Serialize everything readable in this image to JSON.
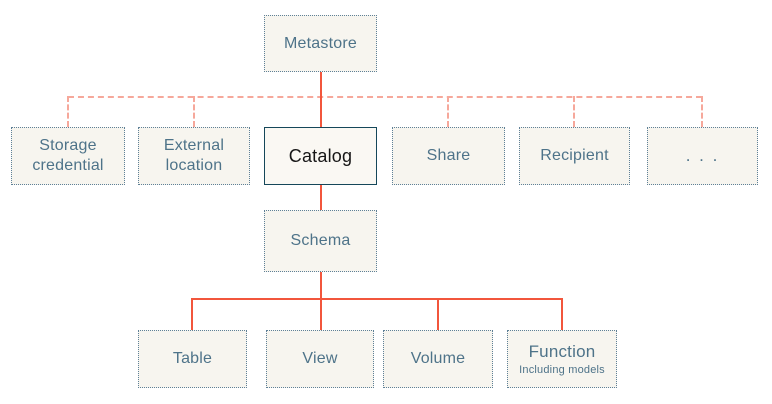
{
  "diagram": {
    "type": "hierarchy",
    "nodes": {
      "metastore": {
        "label": "Metastore"
      },
      "storage_credential": {
        "label": "Storage credential"
      },
      "external_location": {
        "label": "External location"
      },
      "catalog": {
        "label": "Catalog"
      },
      "share": {
        "label": "Share"
      },
      "recipient": {
        "label": "Recipient"
      },
      "more": {
        "label": ". . ."
      },
      "schema": {
        "label": "Schema"
      },
      "table": {
        "label": "Table"
      },
      "view": {
        "label": "View"
      },
      "volume": {
        "label": "Volume"
      },
      "function": {
        "label": "Function",
        "sublabel": "Including models"
      }
    },
    "edges": [
      {
        "from": "metastore",
        "to": "catalog",
        "style": "solid"
      },
      {
        "from": "metastore",
        "to": "storage_credential",
        "style": "dashed"
      },
      {
        "from": "metastore",
        "to": "external_location",
        "style": "dashed"
      },
      {
        "from": "metastore",
        "to": "share",
        "style": "dashed"
      },
      {
        "from": "metastore",
        "to": "recipient",
        "style": "dashed"
      },
      {
        "from": "metastore",
        "to": "more",
        "style": "dashed"
      },
      {
        "from": "catalog",
        "to": "schema",
        "style": "solid"
      },
      {
        "from": "schema",
        "to": "table",
        "style": "solid"
      },
      {
        "from": "schema",
        "to": "view",
        "style": "solid"
      },
      {
        "from": "schema",
        "to": "volume",
        "style": "solid"
      },
      {
        "from": "schema",
        "to": "function",
        "style": "solid"
      }
    ],
    "colors": {
      "background": "#ffffff",
      "box_fill": "#f7f5ef",
      "box_border_dotted": "#5e8097",
      "label_text": "#4e7389",
      "catalog_border": "#15475a",
      "catalog_text": "#161616",
      "connector_solid": "#f2563c",
      "connector_dashed": "#f6a89b"
    }
  }
}
